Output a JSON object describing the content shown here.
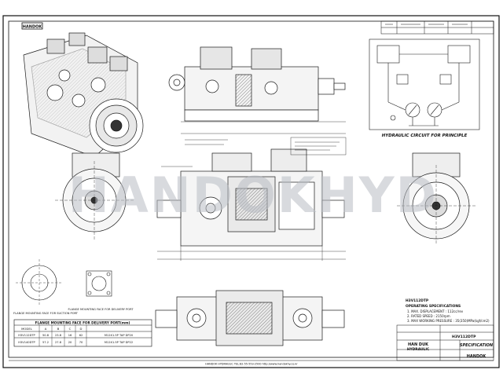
{
  "drawing": {
    "brand_logo": "HANDOK",
    "watermark": "HANDOKHYD",
    "hydraulic_title": "HYDRAULIC CIRCUIT FOR PRINCIPLE",
    "flange_table": {
      "title": "FLANGE MOUNTING FACE FOR DELIVERY PORT(mm)",
      "headers": [
        "MODEL",
        "A",
        "B",
        "C",
        "D",
        ""
      ],
      "rows": [
        [
          "H3V112DTP",
          "50.8",
          "23.8",
          "16",
          "62",
          "M12X1.5P TAP DP20"
        ],
        [
          "H3V140DTP",
          "57.2",
          "27.8",
          "20",
          "70",
          "M12X1.5P TAP DP22"
        ]
      ]
    },
    "flange_suction_caption": "FLANGE MOUNTING FACE FOR SUCTION PORT",
    "flange_delivery_caption": "FLANGE MOUNTING FACE FOR DELIVERY PORT",
    "specifications": {
      "model": "H3V112DTP",
      "title": "OPERATING SPECIFICATIONS",
      "lines": [
        "1. MAX. DISPLACEMENT : 112cc/rev",
        "2. RATED SPEED : 2150rpm",
        "3. MAX WORKING PRESSURE : 35(350)MPa(kgf/cm2)"
      ]
    },
    "title_block": {
      "part_no": "H3V112DTP",
      "company_line1": "HAN DUK",
      "company_line2": "HYDRAULIC",
      "doc_title": "SPECIFICATION",
      "logo": "HANDOK"
    },
    "footer_center": "HANDOK HYDRAULIC TEL:82-55-553-2500 http://www.handokhy.co.kr",
    "colors": {
      "line": "#1a1a1a",
      "paper": "#ffffff",
      "watermark": "#b9bdc4"
    }
  }
}
